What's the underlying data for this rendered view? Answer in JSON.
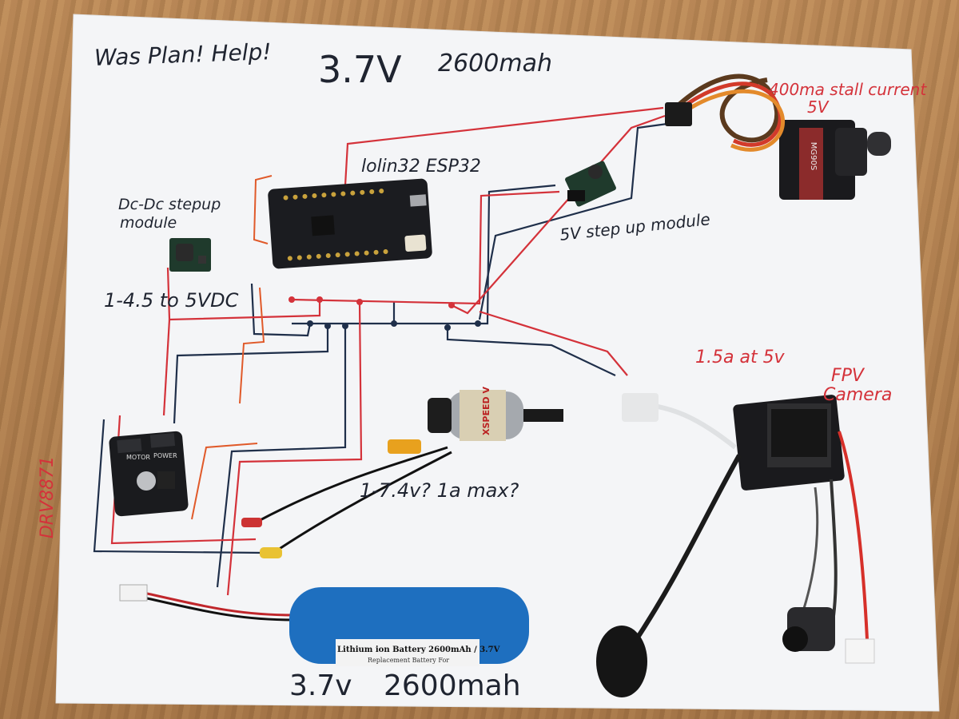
{
  "annotations": {
    "title_note": "Was Plan! Help!",
    "top_voltage": "3.7V",
    "top_capacity": "2600mah",
    "servo_note_line1": "400ma stall current",
    "servo_note_line2": "5V",
    "esp_label": "lolin32 ESP32",
    "stepup_left_line1": "Dc-Dc stepup",
    "stepup_left_line2": "module",
    "stepup_right": "5V step up module",
    "input_range": "1-4.5 to 5VDC",
    "camera_current": "1.5a at 5v",
    "camera_line1": "FPV",
    "camera_line2": "Camera",
    "driver_label": "DRV8871",
    "motor_note": "1-7.4v? 1a max?",
    "bottom_voltage": "3.7v",
    "bottom_capacity": "2600mah"
  },
  "printed": {
    "battery_label": "Lithium ion Battery 2600mAh / 3.7V",
    "battery_sub": "Replacement Battery For",
    "motor_brand": "XSPEED V",
    "servo_model": "MG90S",
    "driver_text1": "MOTOR",
    "driver_text2": "POWER"
  },
  "colors": {
    "red_ink": "#d4323a",
    "blue_ink": "#1f2f4a",
    "orange_ink": "#e05a2a"
  }
}
